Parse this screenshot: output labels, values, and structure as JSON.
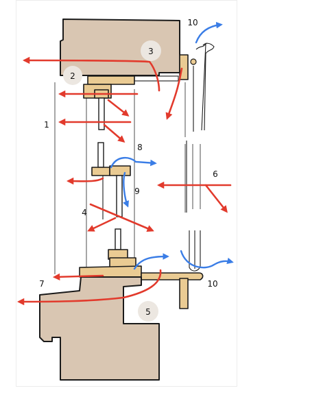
{
  "labels": {
    "n1": "1",
    "n2": "2",
    "n3": "3",
    "n4": "4",
    "n5": "5",
    "n6": "6",
    "n7": "7",
    "n8": "8",
    "n9": "9",
    "n10_top": "10",
    "n10_bottom": "10"
  },
  "colors": {
    "heat_flow": "#e23a2c",
    "air_flow": "#3a7de6",
    "masonry": "#d9c6b2",
    "timber": "#eacb93",
    "label_disc": "#ece7e1"
  }
}
